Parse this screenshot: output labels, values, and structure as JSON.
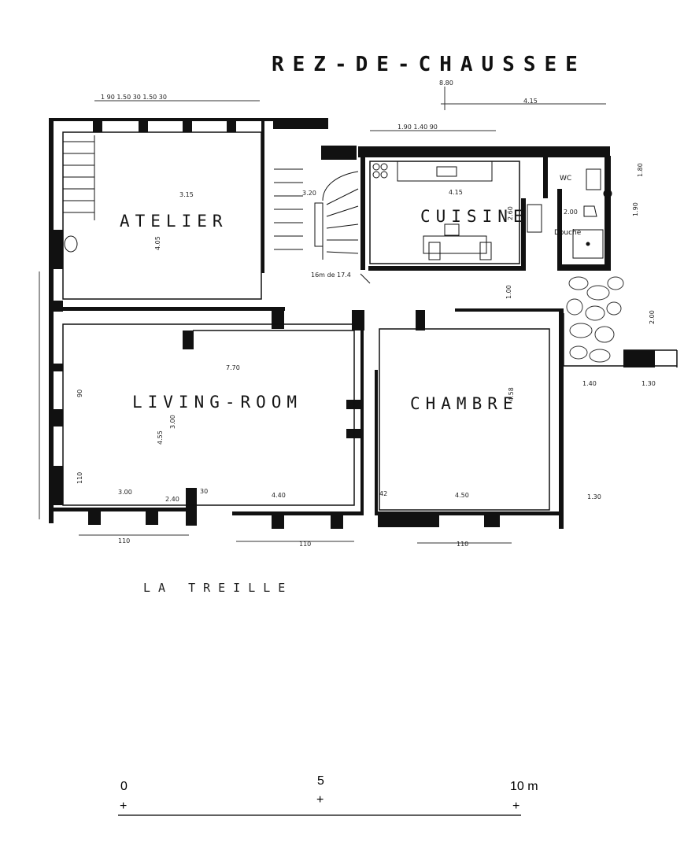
{
  "title": "REZ-DE-CHAUSSEE",
  "rooms": {
    "atelier": "ATELIER",
    "cuisine": "CUISINE",
    "living": "LIVING-ROOM",
    "chambre": "CHAMBRE"
  },
  "labels": {
    "wc": "WC",
    "douche": "Douche",
    "treille": "LA TREILLE",
    "stair_note": "16m de 17.4"
  },
  "dimensions": {
    "top_total": "8.80",
    "top_right": "4.15",
    "top_left_run": "1 90  1.50  30  1.50  30",
    "kitchen_top_run": "1.90  1.40  90",
    "atelier_width": "3.15",
    "atelier_depth": "4.05",
    "stair_width": "3.20",
    "kitchen_width": "4.15",
    "kitchen_depth": "2.60",
    "passage": "1.00",
    "wc_200": "2.00",
    "living_770": "7.70",
    "living_depth": "4.55",
    "living_h": "3.00",
    "living_300": "3.00",
    "living_240": "2.40",
    "living_30": "30",
    "living_440": "4.40",
    "chambre_458": "4.58",
    "chambre_450": "4.50",
    "chambre_42": "42",
    "right_130": "1.30",
    "right_140": "1.40",
    "right_130b": "1.30",
    "terrace_200": "2.00",
    "wc_180": "1.80",
    "wc_190": "1.90",
    "left_90": "90",
    "left_110": "110",
    "bottom_110a": "110",
    "bottom_110b": "110",
    "bottom_110c": "110"
  },
  "scale_bar": {
    "zero": "0",
    "five": "5",
    "ten": "10 m"
  }
}
